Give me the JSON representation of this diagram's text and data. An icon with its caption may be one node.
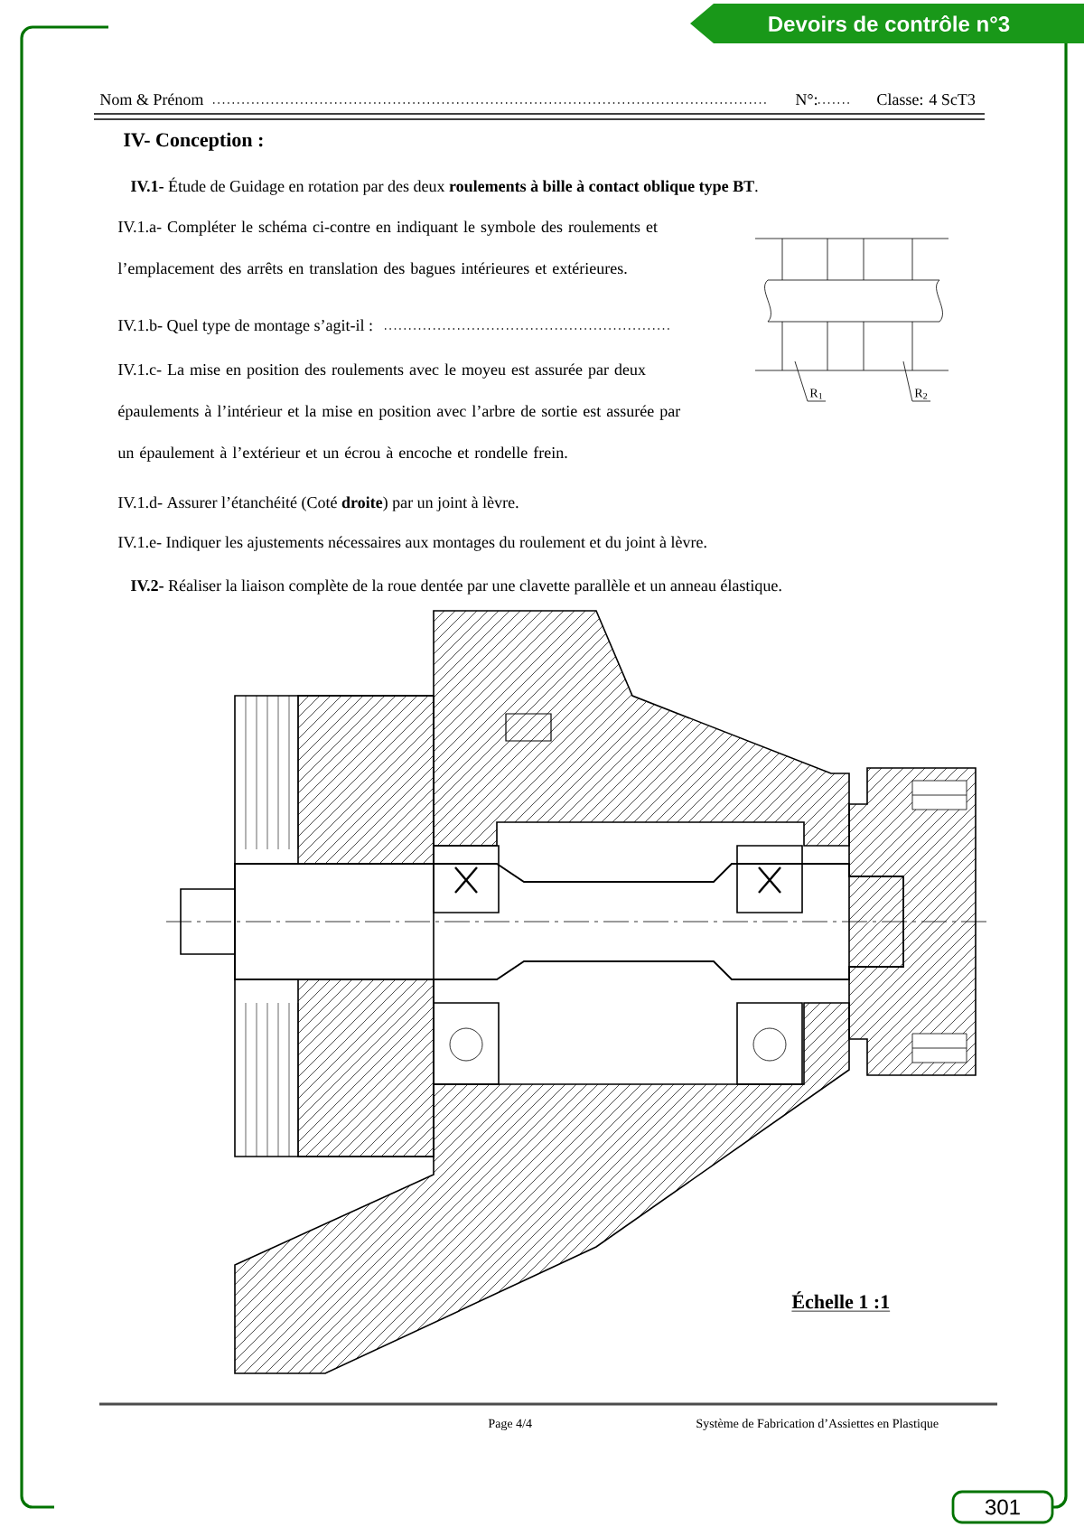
{
  "diagram": {
    "title": "Devoirs de contrôle n°3",
    "nodes": [
      {
        "text": [
          "R$_{1}$"
        ]
      },
      {
        "text": [
          "R$_{2}$"
        ]
      }
    ],
    "edges": [
      {
        "from": 0,
        "to": null,
        "arrow": "none"
      },
      {
        "from": 1,
        "to": null,
        "arrow": "none"
      }
    ],
    "labels": [
      "Nom & Prénom",
      "N°:",
      "Classe: 4 ScT3",
      "IV- Conception :",
      "**IV.1-** Étude de Guidage en rotation par des deux **roulements à bille à contact oblique type BT**.",
      "IV.1.a- Compléter le schéma ci-contre en indiquant le symbole des roulements et l’emplacement des arrêts en translation des bagues intérieures et extérieures.",
      "IV.1.b- Quel type de montage s’agit-il :",
      "IV.1.c- La mise en position des roulements avec le moyeu est assurée par deux épaulements à l’intérieur et la mise en position avec l’arbre de sortie est assurée par un épaulement à l’extérieur et un écrou à encoche et rondelle frein.",
      "IV.1.d- Assurer l’étanchéité (Coté **droite**) par un joint à lèvre.",
      "IV.1.e- Indiquer les ajustements nécessaires aux montages du roulement et du joint à lèvre.",
      "**IV.2-** Réaliser la liaison complète de la roue dentée par une clavette parallèle et un anneau élastique.",
      "Échelle 1 :1",
      "Page 4/4",
      "Système de Fabrication d’Assiettes en Plastique",
      "301"
    ]
  }
}
